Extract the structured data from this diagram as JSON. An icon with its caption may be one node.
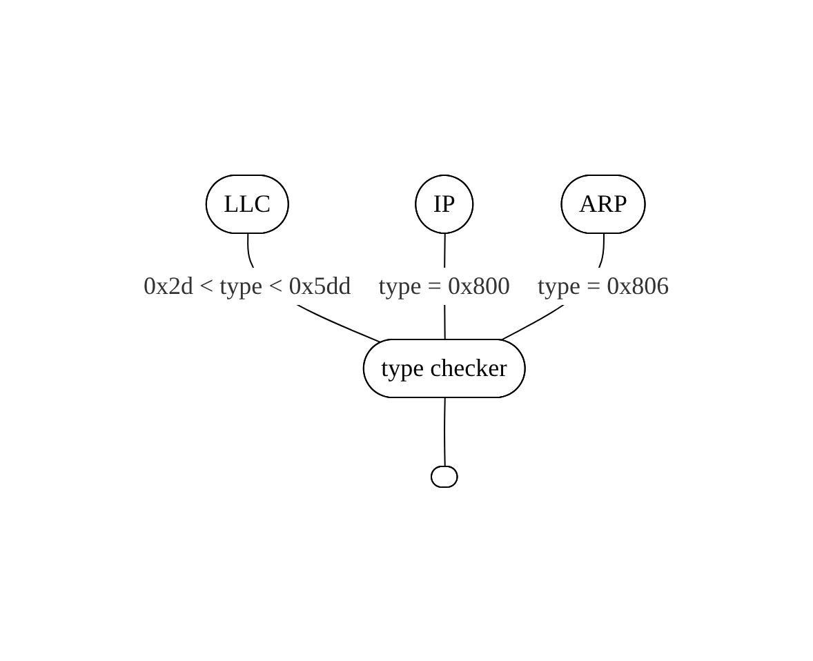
{
  "diagram": {
    "nodes": [
      {
        "text": [
          "LLC"
        ]
      },
      {
        "text": [
          "IP"
        ]
      },
      {
        "text": [
          "ARP"
        ]
      },
      {
        "text": [
          "type checker"
        ]
      },
      {
        "text": [],
        "shape": "ellipse"
      }
    ],
    "edges": [
      {
        "from": 0,
        "to": 3,
        "arrow": "none",
        "label": "0x2d < type < 0x5dd"
      },
      {
        "from": 1,
        "to": 3,
        "arrow": "none",
        "label": "type = 0x800"
      },
      {
        "from": 2,
        "to": 3,
        "arrow": "none",
        "label": "type = 0x806"
      },
      {
        "from": 3,
        "to": 4,
        "arrow": "none"
      }
    ]
  }
}
